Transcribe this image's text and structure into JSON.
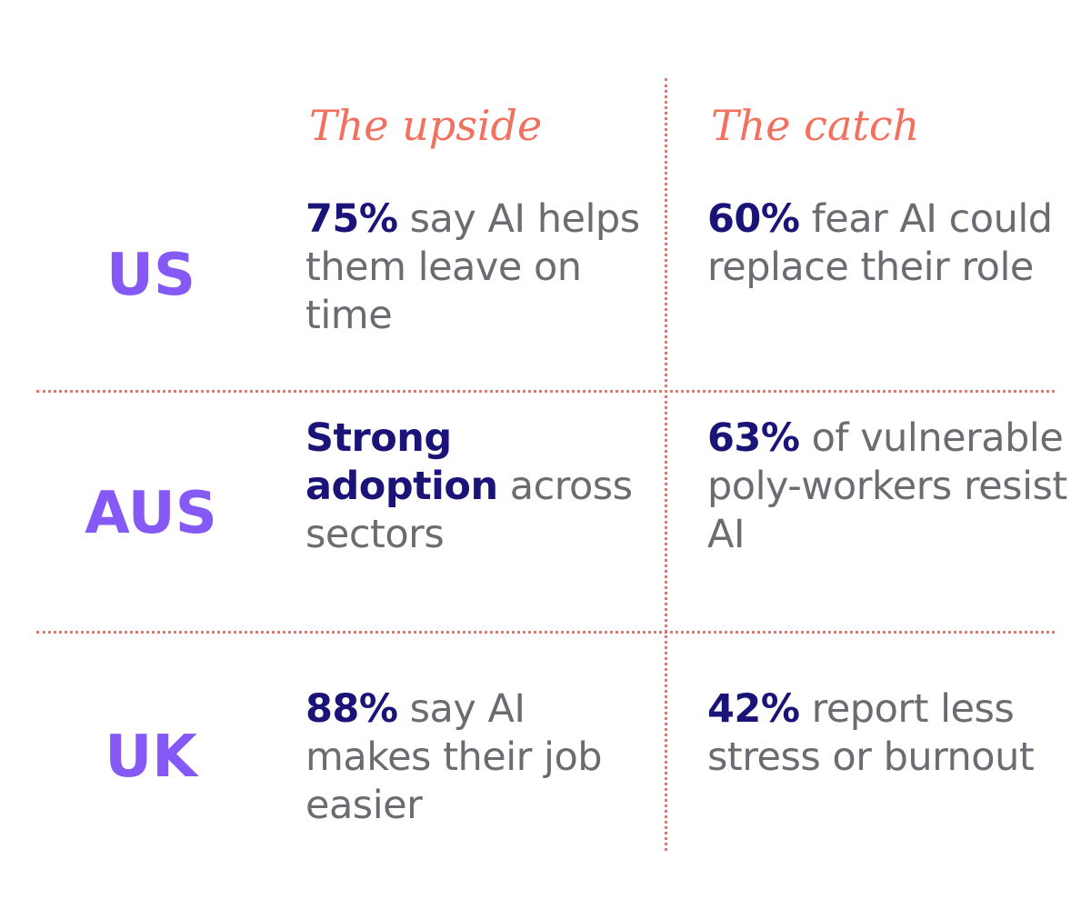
{
  "headers": {
    "upside": "The upside",
    "catch": "The catch"
  },
  "rows": [
    {
      "country": "US",
      "upside": {
        "highlight": "75%",
        "text": " say AI helps them leave on time"
      },
      "catch": {
        "highlight": "60%",
        "text": " fear AI could replace their role"
      }
    },
    {
      "country": "AUS",
      "upside": {
        "highlight": "Strong adoption",
        "text": " across sectors"
      },
      "catch": {
        "highlight": "63%",
        "text": " of vulnerable poly-workers resist AI"
      }
    },
    {
      "country": "UK",
      "upside": {
        "highlight": "88%",
        "text": " say AI makes their job easier"
      },
      "catch": {
        "highlight": "42%",
        "text": " report less stress or burnout"
      }
    }
  ],
  "colors": {
    "accent_coral": "#f2705e",
    "country_purple": "#8559f5",
    "highlight_navy": "#1b1478",
    "body_gray": "#6b6b72"
  }
}
